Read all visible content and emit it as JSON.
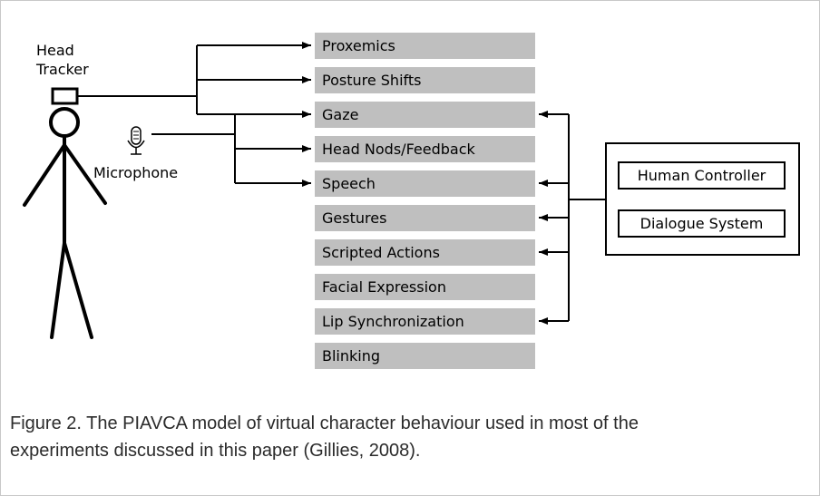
{
  "diagram": {
    "head_tracker_line1": "Head",
    "head_tracker_line2": "Tracker",
    "microphone_label": "Microphone",
    "behaviours": [
      "Proxemics",
      "Posture Shifts",
      "Gaze",
      "Head Nods/Feedback",
      "Speech",
      "Gestures",
      "Scripted Actions",
      "Facial Expression",
      "Lip Synchronization",
      "Blinking"
    ],
    "controllers": [
      "Human Controller",
      "Dialogue System"
    ]
  },
  "caption": {
    "line1": "Figure 2. The PIAVCA model of virtual character behaviour used in most of the",
    "line2": "experiments discussed in this paper (Gillies, 2008)."
  }
}
